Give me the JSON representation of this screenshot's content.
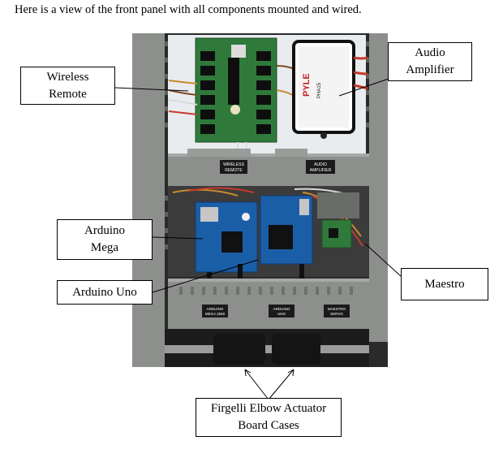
{
  "intro_text": "Here is a view of the front panel with all components mounted and wired.",
  "callouts": {
    "wireless_remote": [
      "Wireless",
      "Remote"
    ],
    "audio_amplifier": [
      "Audio",
      "Amplifier"
    ],
    "arduino_mega": [
      "Arduino",
      "Mega"
    ],
    "arduino_uno": "Arduino Uno",
    "maestro": "Maestro",
    "firgelli": [
      "Firgelli Elbow Actuator",
      "Board Cases"
    ]
  },
  "photo_labels": {
    "amp_brand": "PYLE",
    "amp_model": "PHA15",
    "shelf_top_left": [
      "WIRELESS",
      "REMOTE"
    ],
    "shelf_top_right": [
      "AUDIO",
      "AMPLIFIER"
    ],
    "shelf_bottom_1": [
      "ARDUINO",
      "MEGA 2560"
    ],
    "shelf_bottom_2": [
      "ARDUINO",
      "UNO"
    ],
    "shelf_bottom_3": [
      "MAESTRO",
      "SERVO"
    ]
  },
  "colors": {
    "enclosure": "#8d8f8d",
    "relay_board": "#2f7a3a",
    "arduino_blue": "#1b5ea8",
    "actuator_case": "#141414"
  }
}
